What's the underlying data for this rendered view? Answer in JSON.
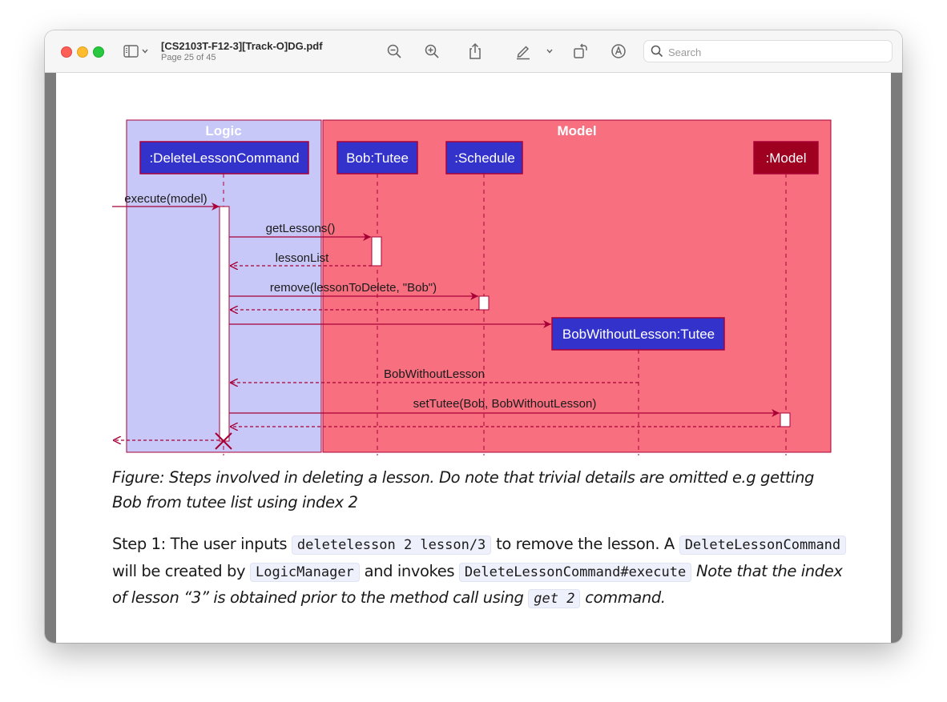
{
  "window": {
    "title": "[CS2103T-F12-3][Track-O]DG.pdf",
    "page_info": "Page 25 of 45"
  },
  "search": {
    "placeholder": "Search",
    "value": ""
  },
  "icons": {
    "sidebar": "sidebar-icon",
    "zoom_out": "zoom-out-icon",
    "zoom_in": "zoom-in-icon",
    "share": "share-icon",
    "markup": "pen-icon",
    "rotate": "rotate-icon",
    "annotate": "markup-circle-icon",
    "search": "search-icon"
  },
  "diagram": {
    "boxes": {
      "logic": "Logic",
      "model": "Model"
    },
    "participants": {
      "delete_cmd": ":DeleteLessonCommand",
      "bob": "Bob:Tutee",
      "schedule": ":Schedule",
      "model": ":Model",
      "bob_without": "BobWithoutLesson:Tutee"
    },
    "messages": {
      "execute": "execute(model)",
      "get_lessons": "getLessons()",
      "lesson_list": "lessonList",
      "remove": "remove(lessonToDelete, \"Bob\")",
      "bob_without_return": "BobWithoutLesson",
      "set_tutee": "setTutee(Bob, BobWithoutLesson)"
    },
    "colors": {
      "logic_bg": "#c8c8f8",
      "model_bg": "#f87080",
      "participant": "#3333cc",
      "model_participant": "#a00020",
      "arrow": "#a80036"
    }
  },
  "caption": "Figure: Steps involved in deleting a lesson. Do note that trivial details are omitted e.g getting Bob from tutee list using index 2",
  "step": {
    "t1": "Step 1: The user inputs ",
    "c1": "deletelesson 2 lesson/3",
    "t2": " to remove the lesson. A ",
    "c2": "DeleteLessonCommand",
    "t3": " will be created by ",
    "c3": "LogicManager",
    "t4": " and invokes ",
    "c4": "DeleteLessonCommand#execute",
    "t5": " Note that the index of lesson “3” is obtained prior to the method call using ",
    "c5": "get 2",
    "t6": " command."
  }
}
